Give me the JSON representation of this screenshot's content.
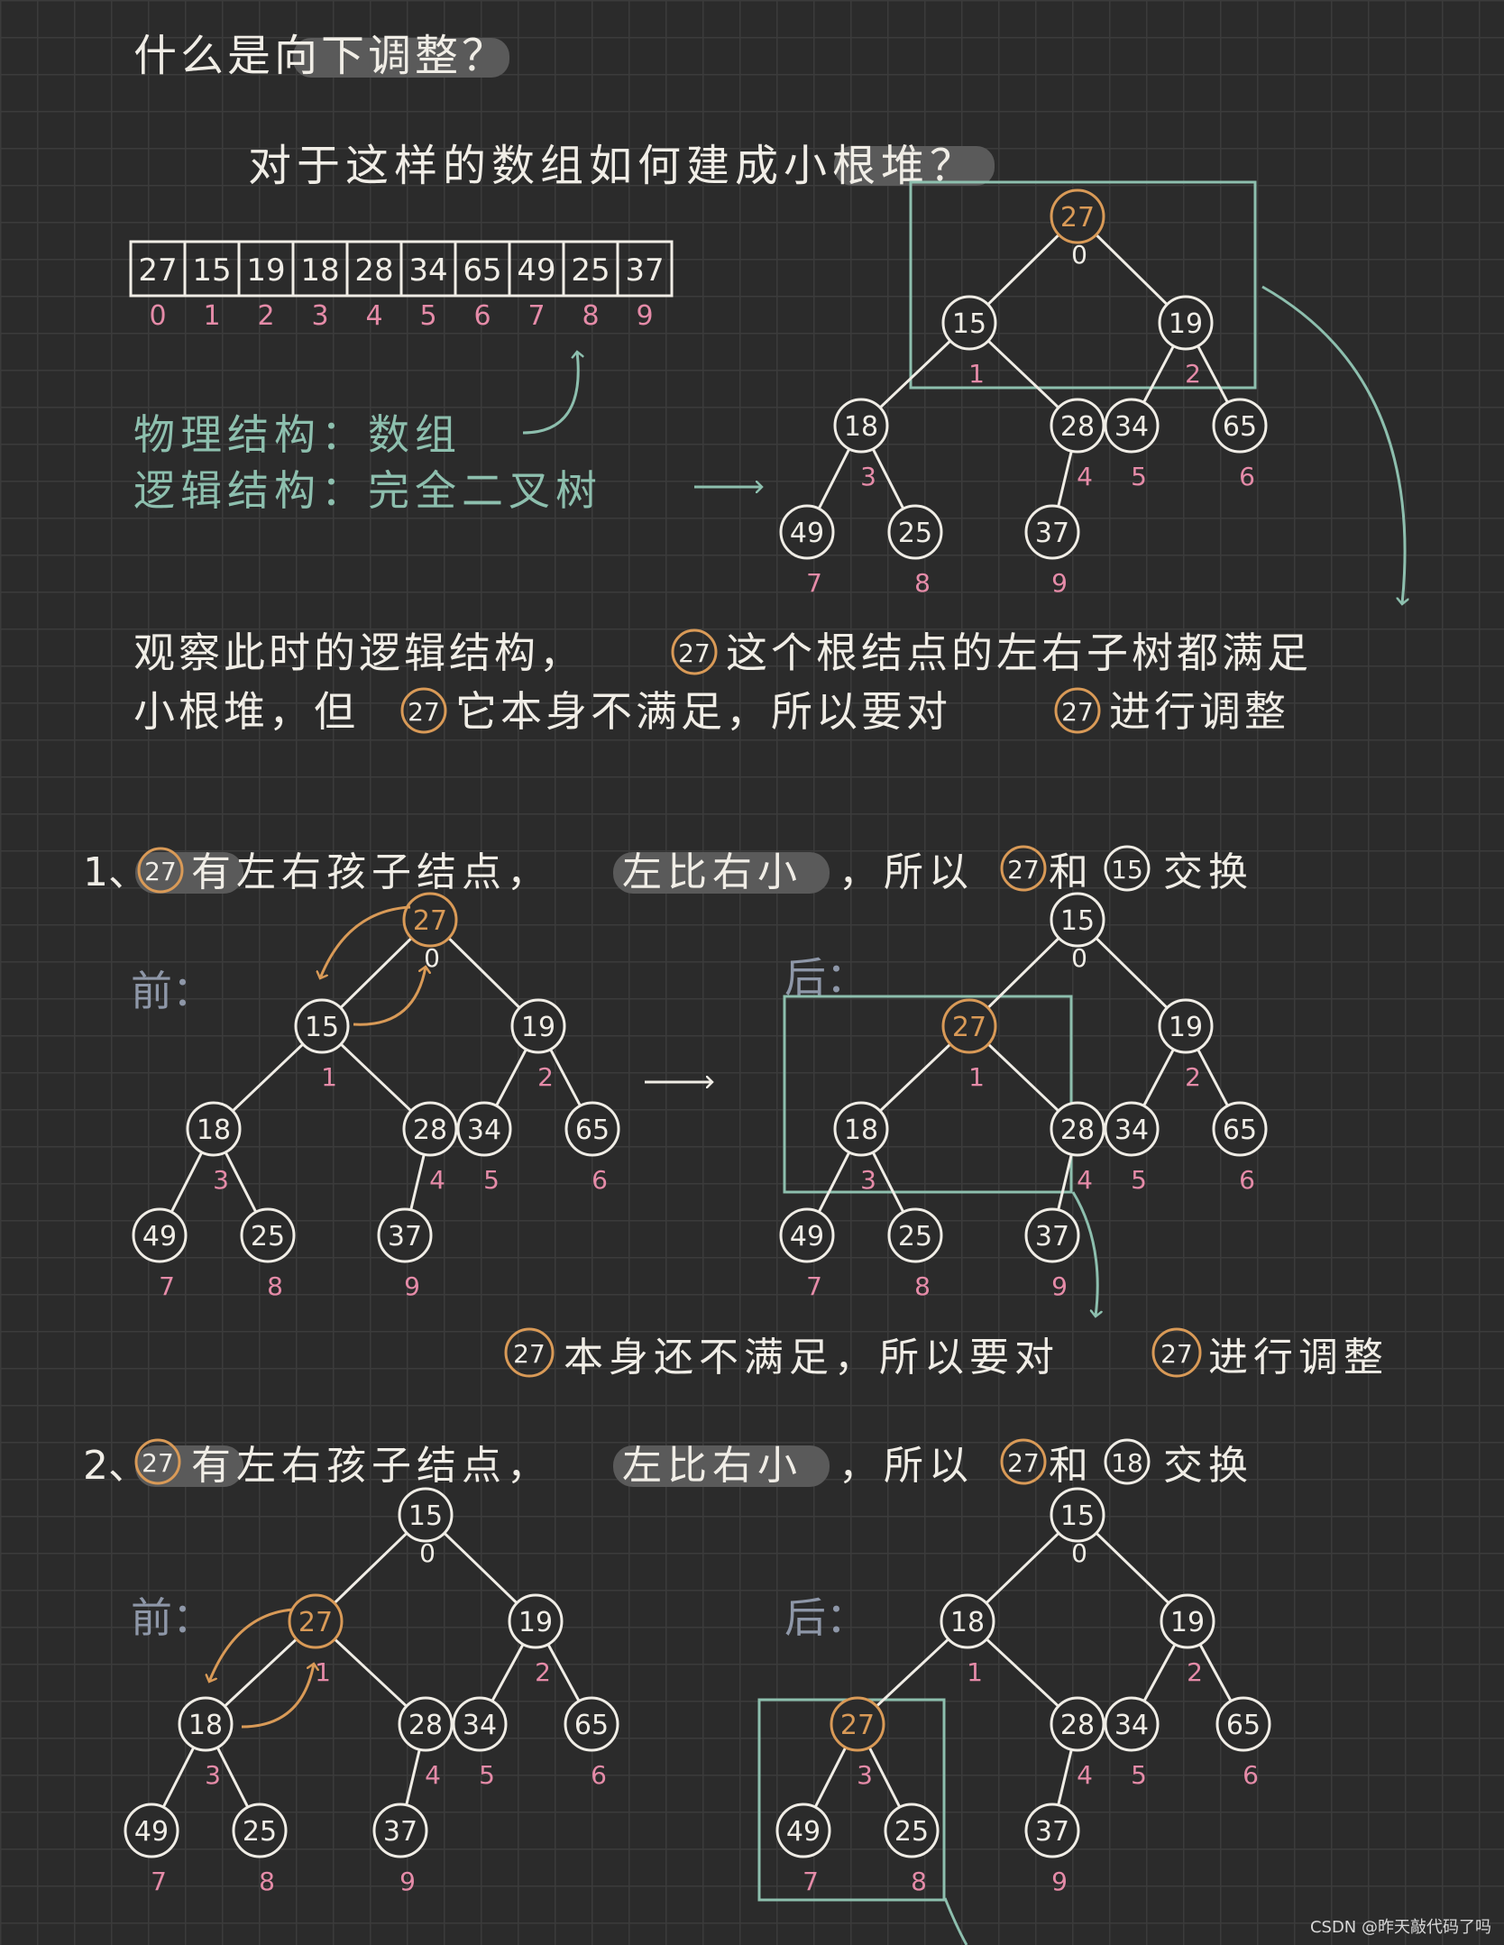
{
  "colors": {
    "background": "#2b2b2b",
    "grid": "#3b3b3b",
    "ink": "#f0ede6",
    "green": "#8dbfae",
    "pink": "#e58ba8",
    "orange": "#d99a57",
    "grey": "#8e97a8",
    "highlight": "#5a5a5a"
  },
  "title": "什么是向下调整？",
  "question": "对于这样的数组如何建成小根堆？",
  "array": {
    "values": [
      "27",
      "15",
      "19",
      "18",
      "28",
      "34",
      "65",
      "49",
      "25",
      "37"
    ],
    "indices": [
      "0",
      "1",
      "2",
      "3",
      "4",
      "5",
      "6",
      "7",
      "8",
      "9"
    ]
  },
  "physical_structure": "物理结构：数组",
  "logical_structure": "逻辑结构：完全二叉树",
  "observe": {
    "line1_a": "观察此时的逻辑结构，",
    "line1_node": "27",
    "line1_b": "这个根结点的左右子树都满足",
    "line2_a": "小根堆，但",
    "line2_node": "27",
    "line2_b": "它本身不满足，所以要对",
    "line2_node2": "27",
    "line2_c": "进行调整"
  },
  "step1": {
    "num": "1、",
    "node": "27",
    "text_a": "有左右孩子结点，",
    "highlight": "左比右小",
    "text_b": "，所以",
    "node_a": "27",
    "and": "和",
    "node_b": "15",
    "swap": "交换"
  },
  "step2": {
    "num": "2、",
    "node": "27",
    "text_a": "有左右孩子结点，",
    "highlight": "左比右小",
    "text_b": "，所以",
    "node_a": "27",
    "and": "和",
    "node_b": "18",
    "swap": "交换"
  },
  "before_label": "前：",
  "after_label": "后：",
  "still_not": {
    "node": "27",
    "text_a": "本身还不满足，所以要对",
    "node2": "27",
    "text_b": "进行调整"
  },
  "trees": {
    "top": [
      "27",
      "15",
      "19",
      "18",
      "28",
      "34",
      "65",
      "49",
      "25",
      "37"
    ],
    "step1_before": [
      "27",
      "15",
      "19",
      "18",
      "28",
      "34",
      "65",
      "49",
      "25",
      "37"
    ],
    "step1_after": [
      "15",
      "27",
      "19",
      "18",
      "28",
      "34",
      "65",
      "49",
      "25",
      "37"
    ],
    "step2_before": [
      "15",
      "27",
      "19",
      "18",
      "28",
      "34",
      "65",
      "49",
      "25",
      "37"
    ],
    "step2_after": [
      "15",
      "18",
      "19",
      "27",
      "28",
      "34",
      "65",
      "49",
      "25",
      "37"
    ]
  },
  "watermark": "CSDN @昨天敲代码了吗"
}
